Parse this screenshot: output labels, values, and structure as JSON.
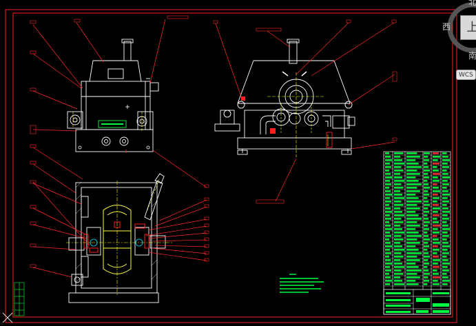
{
  "viewcube": {
    "north": "北",
    "west": "西",
    "south": "南",
    "face": "上"
  },
  "wcs_label": "WCS",
  "colors": {
    "background": "#000000",
    "frame": "#ff2020",
    "geometry": "#ffffff",
    "leader": "#ff2a2a",
    "hatch": "#00ff40",
    "center": "#ffff00",
    "gear": "#ffff40",
    "pipe": "#ffffff"
  },
  "icons": [
    "ucs-icon",
    "viewcube-icon"
  ]
}
